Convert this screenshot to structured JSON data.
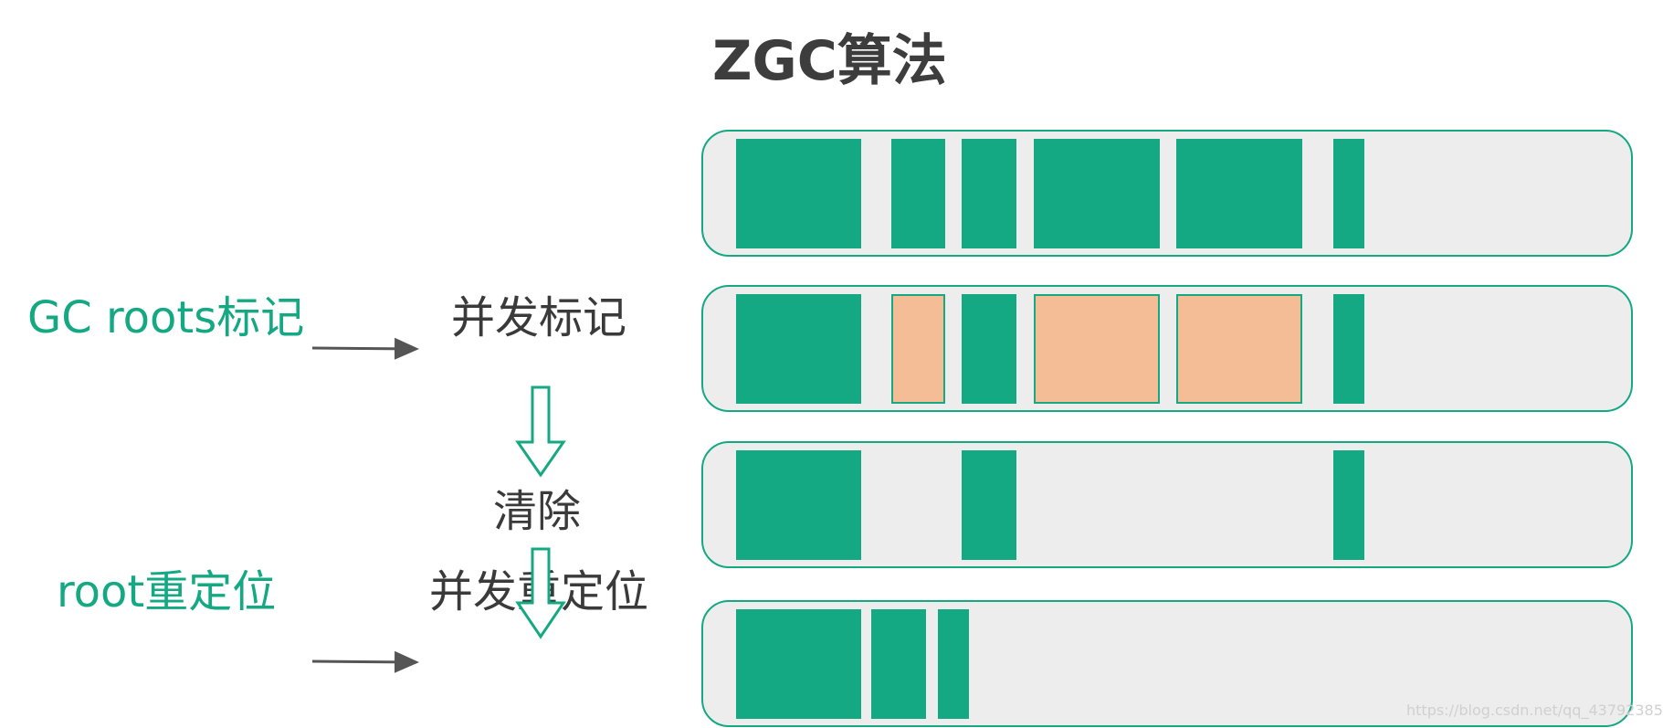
{
  "title": "ZGC算法",
  "side_labels": {
    "gc_roots": "GC roots标记",
    "root_relocate": "root重定位"
  },
  "steps": {
    "concurrent_mark": "并发标记",
    "clear": "清除",
    "concurrent_relocate": "并发重定位"
  },
  "watermark": "https://blog.csdn.net/qq_43792385",
  "colors": {
    "live_object": "#14a883",
    "marked_object": "#f4bd96",
    "region_background": "#ededed",
    "region_border": "#14a883",
    "side_label": "#14a883",
    "step_label": "#3a3a3a",
    "arrow": "#555555"
  },
  "lanes": [
    {
      "name": "lane-initial",
      "blocks": [
        "live",
        "live",
        "live",
        "live",
        "live",
        "live"
      ]
    },
    {
      "name": "lane-mark",
      "blocks": [
        "live",
        "marked",
        "live",
        "marked",
        "marked",
        "live"
      ]
    },
    {
      "name": "lane-clear",
      "blocks": [
        "live",
        "live",
        "live"
      ]
    },
    {
      "name": "lane-relocate",
      "blocks": [
        "live",
        "live",
        "live"
      ]
    }
  ]
}
